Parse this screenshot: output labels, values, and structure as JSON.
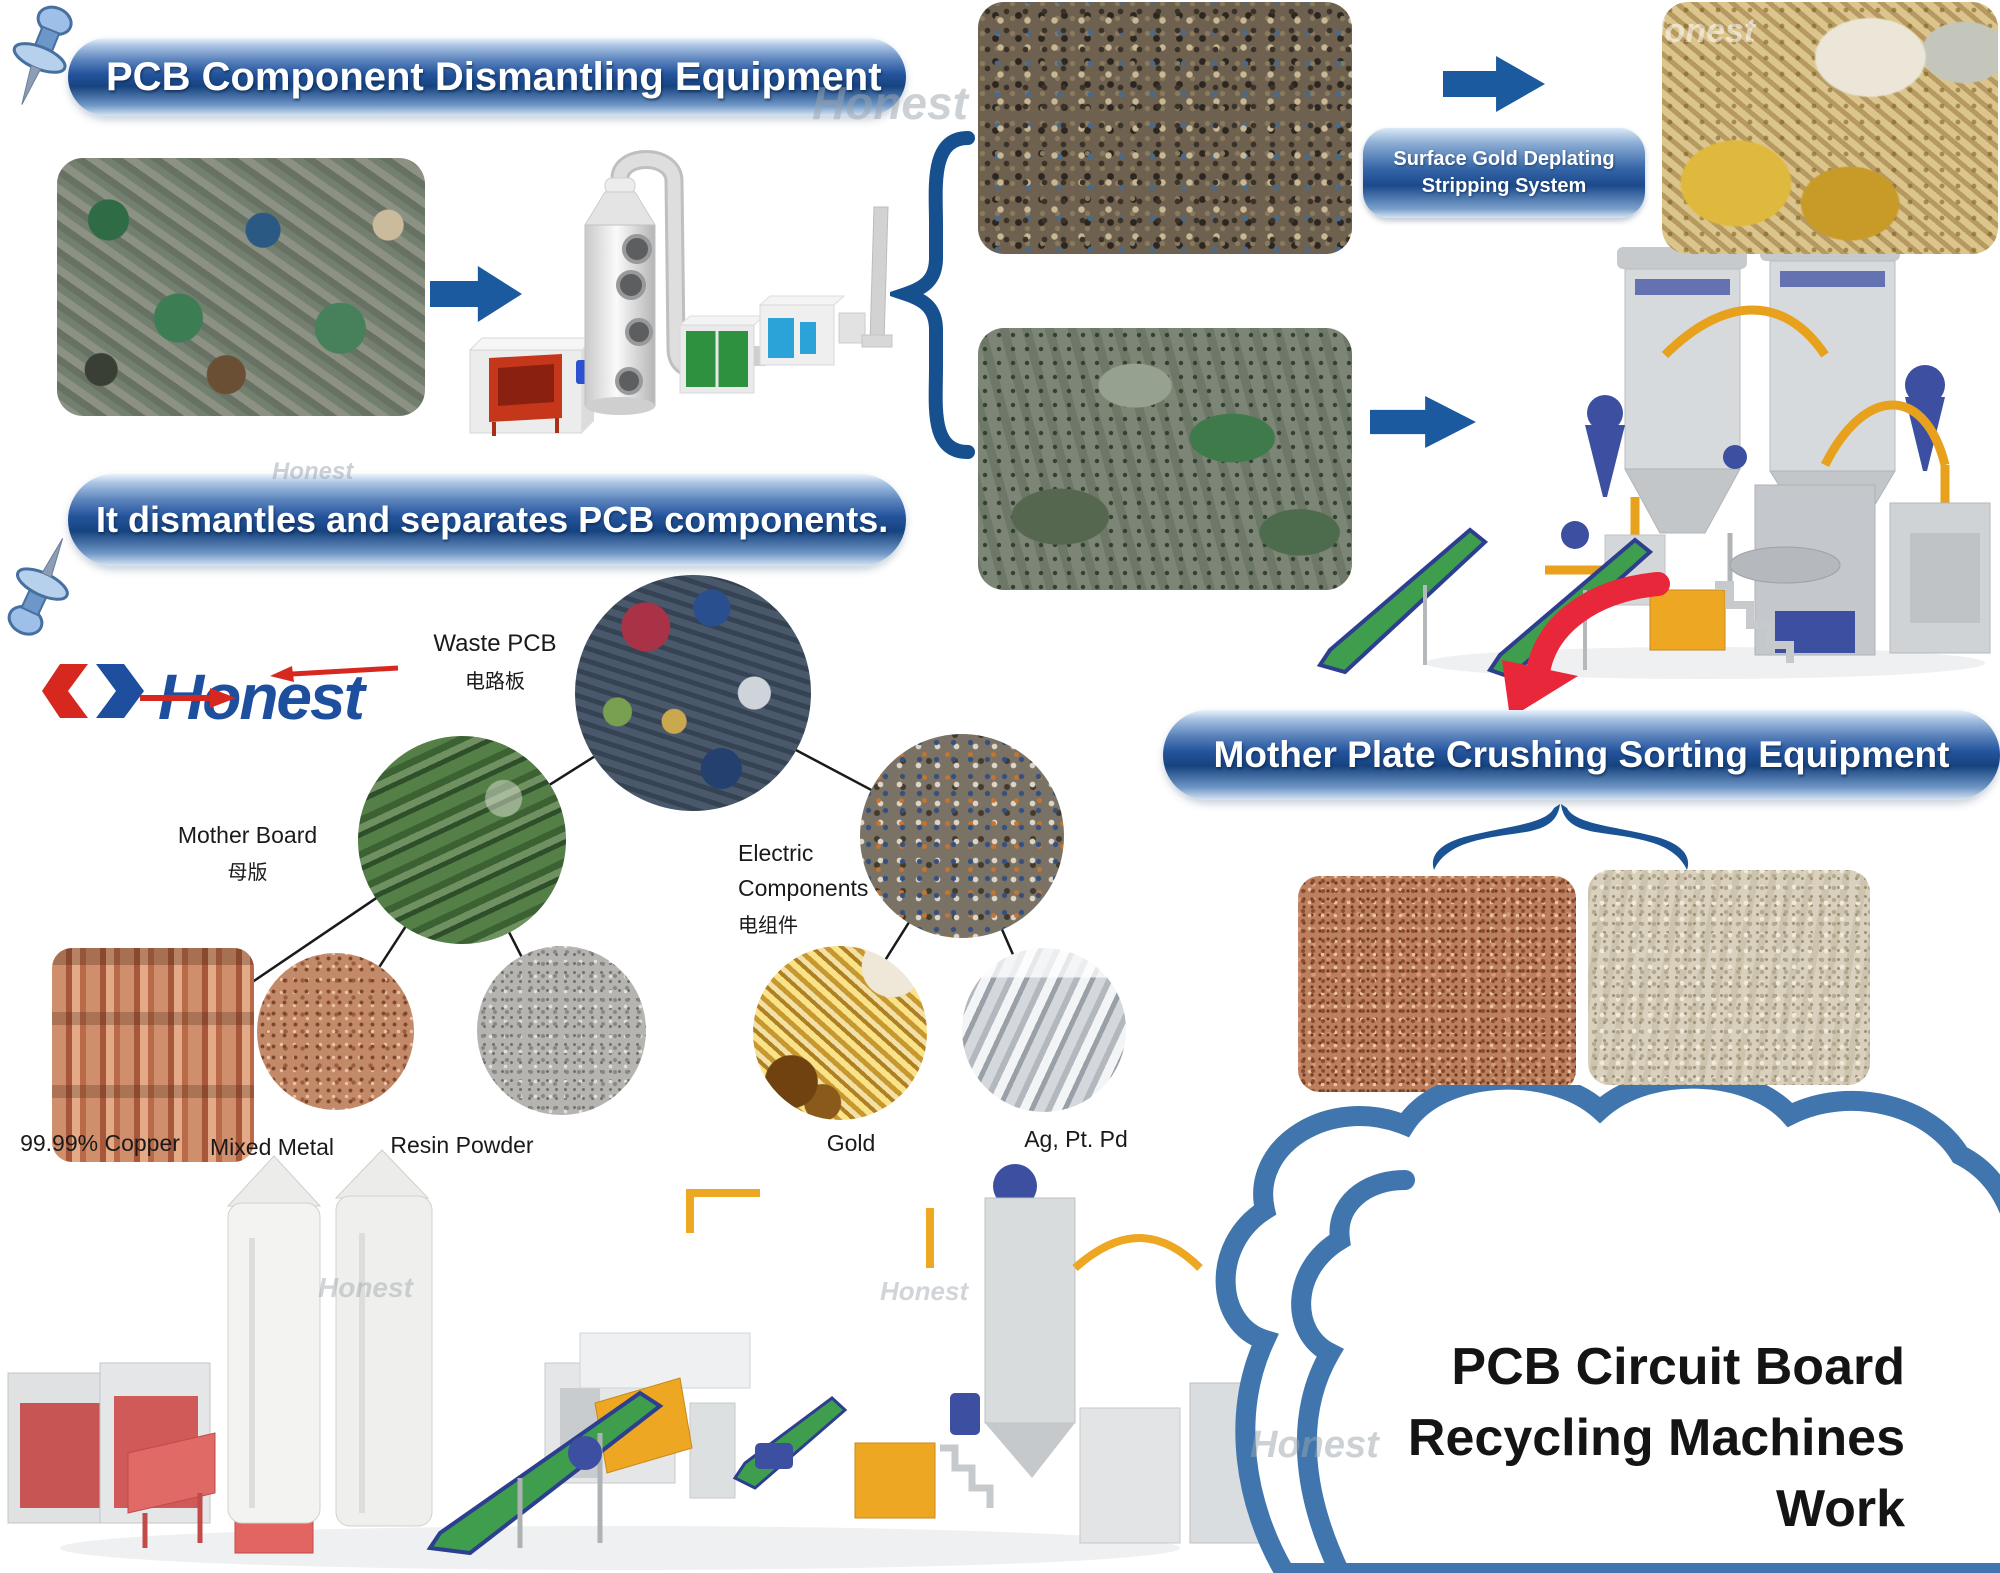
{
  "banners": {
    "dismantling": "PCB Component Dismantling Equipment",
    "separates": "It dismantles and separates PCB components.",
    "mother_plate": "Mother Plate Crushing Sorting Equipment"
  },
  "surface_gold": {
    "line1": "Surface Gold Deplating",
    "line2": "Stripping System"
  },
  "logo": {
    "name": "Honest"
  },
  "watermark": {
    "text": "Honest"
  },
  "diagram": {
    "waste": {
      "en": "Waste PCB",
      "cn": "电路板"
    },
    "mother": {
      "en": "Mother Board",
      "cn": "母版"
    },
    "electric": {
      "en1": "Electric",
      "en2": "Components",
      "cn": "电组件"
    },
    "outputs": {
      "copper": "99.99% Copper",
      "mixed": "Mixed Metal",
      "resin": "Resin Powder",
      "gold": "Gold",
      "silver": "Ag, Pt. Pd"
    }
  },
  "cloud": {
    "line1": "PCB Circuit Board",
    "line2": "Recycling Machines",
    "line3": "Work"
  },
  "icons": {
    "pushpin": "📌",
    "arrow_right": "➔",
    "curly_brace": "{",
    "curved_arrow": "➥"
  },
  "colors": {
    "banner_blue": "#24549d",
    "arrow_blue": "#1c5aa0",
    "brace_blue": "#17508e",
    "arrow_red": "#e8273a",
    "logo_blue": "#1d4f9e",
    "logo_red": "#d6281e",
    "cloud_outline": "#4076ad"
  }
}
